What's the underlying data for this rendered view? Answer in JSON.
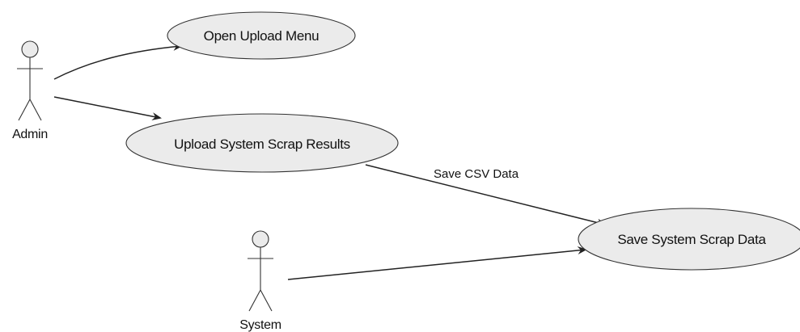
{
  "actors": {
    "admin": {
      "label": "Admin"
    },
    "system": {
      "label": "System"
    }
  },
  "use_cases": {
    "open_upload_menu": {
      "label": "Open Upload Menu"
    },
    "upload_system_scrap_results": {
      "label": "Upload System Scrap Results"
    },
    "save_system_scrap_data": {
      "label": "Save System Scrap Data"
    }
  },
  "associations": {
    "admin_to_open_upload_menu": {
      "label": ""
    },
    "admin_to_upload_results": {
      "label": ""
    },
    "upload_results_to_save_data": {
      "label": "Save CSV Data"
    },
    "system_to_save_data": {
      "label": ""
    }
  },
  "colors": {
    "usecase_fill": "#ebebeb",
    "stroke": "#333333",
    "background": "#ffffff"
  }
}
